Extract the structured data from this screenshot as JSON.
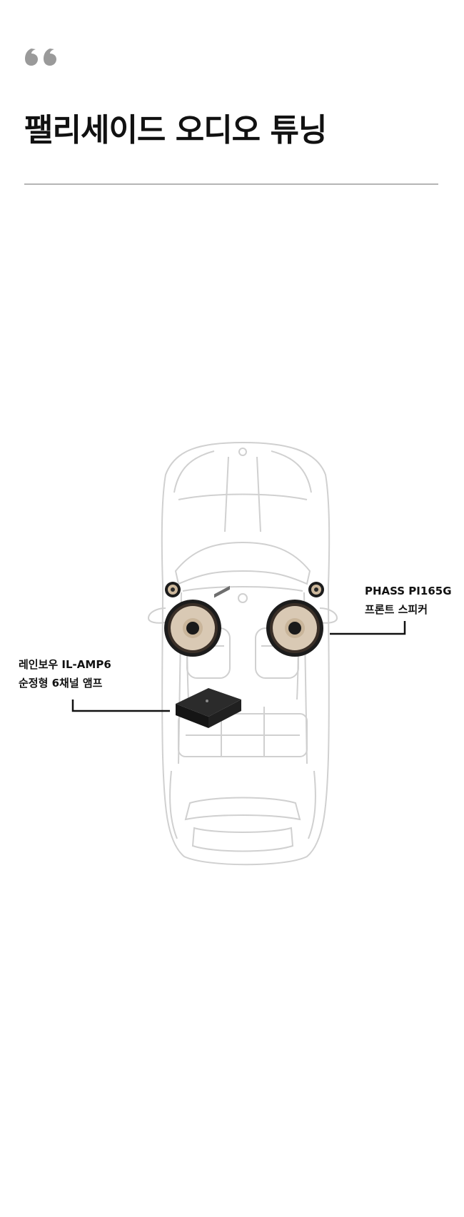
{
  "header": {
    "title": "팰리세이드 오디오 튜닝"
  },
  "diagram": {
    "amp_label_line1": "레인보우 IL-AMP6",
    "amp_label_line2": "순정형 6채널 앰프",
    "speaker_label_line1": "PHASS PI165G",
    "speaker_label_line2": "프론트 스피커"
  },
  "colors": {
    "quote": "#9a9a9a",
    "title": "#111111",
    "divider": "#b5b5b5",
    "car_outline": "#d0d0d0",
    "speaker_cone": "#d9c9b4",
    "speaker_rim": "#1c1c1c",
    "amp_body": "#151515"
  }
}
